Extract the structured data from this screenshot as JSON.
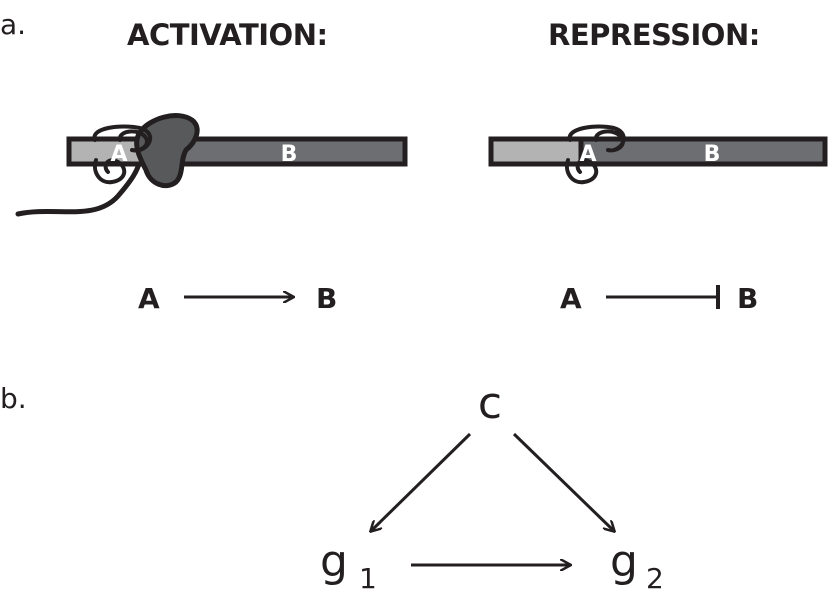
{
  "panel_a": {
    "label": "a.",
    "activation": {
      "heading": "ACTIVATION:",
      "gene_a": "A",
      "gene_b": "B",
      "relation": {
        "source": "A",
        "target": "B",
        "type": "activates"
      }
    },
    "repression": {
      "heading": "REPRESSION:",
      "gene_a": "A",
      "gene_b": "B",
      "relation": {
        "source": "A",
        "target": "B",
        "type": "represses"
      }
    }
  },
  "panel_b": {
    "label": "b.",
    "nodes": {
      "c": "c",
      "g1": {
        "base": "g",
        "sub": "1"
      },
      "g2": {
        "base": "g",
        "sub": "2"
      }
    },
    "edges": [
      {
        "from": "c",
        "to": "g1"
      },
      {
        "from": "c",
        "to": "g2"
      },
      {
        "from": "g1",
        "to": "g2"
      }
    ]
  },
  "colors": {
    "ink": "#231f20",
    "gene_a_fill": "#b3b3b3",
    "gene_b_fill": "#6d6e71",
    "protein_fill": "#58595b"
  }
}
